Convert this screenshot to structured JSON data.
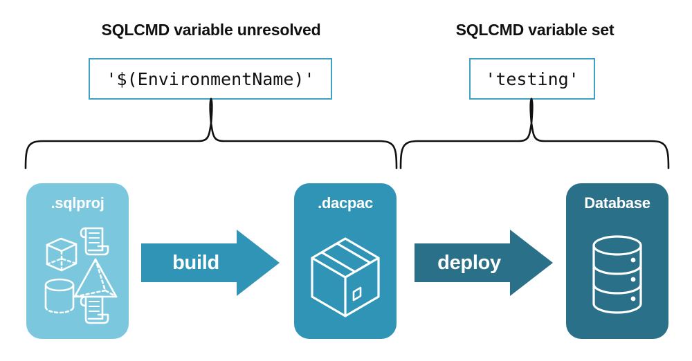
{
  "diagram": {
    "background_color": "#ffffff",
    "headings": [
      {
        "id": "left",
        "text": "SQLCMD variable unresolved"
      },
      {
        "id": "right",
        "text": "SQLCMD variable set"
      }
    ],
    "code_boxes": [
      {
        "id": "left",
        "value": "'$(EnvironmentName)'",
        "border_color": "#3fa0c4"
      },
      {
        "id": "right",
        "value": "'testing'",
        "border_color": "#3fa0c4"
      }
    ],
    "braces": [
      {
        "id": "left",
        "spans": "sqlproj-to-dacpac",
        "color": "#111111"
      },
      {
        "id": "right",
        "spans": "dacpac-to-database",
        "color": "#111111"
      }
    ],
    "cards": [
      {
        "id": "sqlproj",
        "label": ".sqlproj",
        "color": "#7ac7de",
        "icons": [
          "cube-icon",
          "scroll-icon",
          "pyramid-icon",
          "cylinder-icon",
          "scroll-icon"
        ]
      },
      {
        "id": "dacpac",
        "label": ".dacpac",
        "color": "#2f94b5",
        "icons": [
          "package-box-icon"
        ]
      },
      {
        "id": "database",
        "label": "Database",
        "color": "#2b7089",
        "icons": [
          "database-cylinder-icon"
        ]
      }
    ],
    "arrows": [
      {
        "id": "build",
        "label": "build",
        "color": "#2f94b5",
        "from": "sqlproj",
        "to": "dacpac"
      },
      {
        "id": "deploy",
        "label": "deploy",
        "color": "#2b7089",
        "from": "dacpac",
        "to": "database"
      }
    ]
  }
}
